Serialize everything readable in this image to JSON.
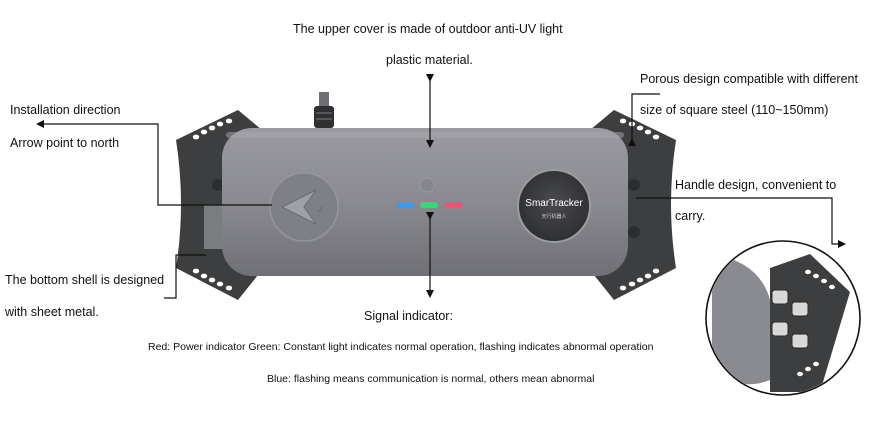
{
  "annotations": {
    "upper_cover": {
      "line1": "The upper cover is made of outdoor anti-UV light",
      "line2": "plastic material."
    },
    "installation": {
      "line1": "Installation direction",
      "line2": "Arrow point to north"
    },
    "porous": {
      "line1": "Porous design compatible with different",
      "line2": "size of square steel (110~150mm)"
    },
    "handle": {
      "line1": "Handle design, convenient to",
      "line2": "carry."
    },
    "bottom_shell": {
      "line1": "The bottom shell is designed",
      "line2": "with sheet metal."
    },
    "signal": {
      "title": "Signal indicator:",
      "red_green": "Red: Power indicator Green: Constant light indicates normal operation, flashing indicates abnormal operation",
      "blue": "Blue: flashing means communication is normal, others mean abnormal"
    }
  },
  "device": {
    "logo_text": "SmarTracker",
    "logo_subtext": "天行机器人",
    "leds": [
      {
        "name": "blue",
        "color": "#3f9be8"
      },
      {
        "name": "green",
        "color": "#39d67a"
      },
      {
        "name": "red",
        "color": "#ea5577"
      }
    ],
    "body_color": "#8c8d93",
    "bracket_color": "#3d3e40"
  }
}
